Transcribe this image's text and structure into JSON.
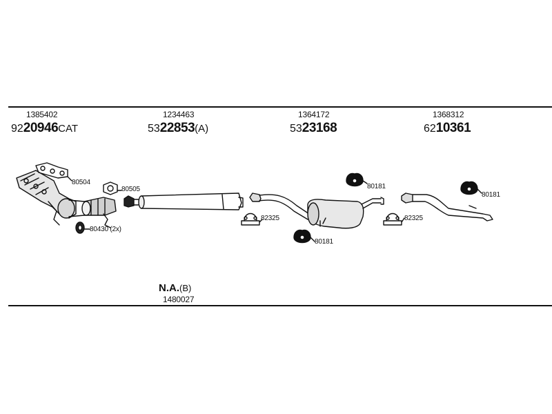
{
  "groups": [
    {
      "part_number": "1385402",
      "code_prefix": "92",
      "code_main": "20946",
      "code_suffix": "CAT"
    },
    {
      "part_number": "1234463",
      "code_prefix": "53",
      "code_main": "22853",
      "code_suffix": "(A)"
    },
    {
      "part_number": "1364172",
      "code_prefix": "53",
      "code_main": "23168",
      "code_suffix": ""
    },
    {
      "part_number": "1368312",
      "code_prefix": "62",
      "code_main": "10361",
      "code_suffix": ""
    }
  ],
  "labels": {
    "gasket_manifold": "80504",
    "gasket_pipe": "80505",
    "nut": "80430 (2x)",
    "clamp_left": "82325",
    "rubber_mount_top": "80181",
    "rubber_mount_bottom": "80181",
    "clamp_right": "82325",
    "rubber_mount_rear": "80181"
  },
  "na": {
    "text": "N.A.",
    "suffix": "(B)",
    "part_number": "1480027"
  }
}
